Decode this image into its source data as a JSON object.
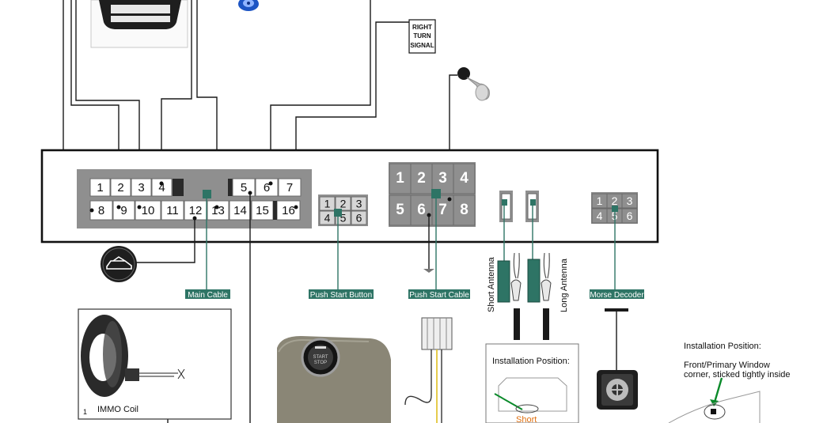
{
  "signal_label": [
    "RIGHT",
    "TURN",
    "SIGNAL"
  ],
  "main_connector": {
    "left_top": [
      "1",
      "2",
      "3",
      "4"
    ],
    "right_top": [
      "5",
      "6",
      "7"
    ],
    "bottom": [
      "8",
      "9",
      "10",
      "11",
      "12",
      "13",
      "14",
      "15",
      "16"
    ],
    "label": "Main Cable"
  },
  "push_button_connector": {
    "pins": [
      "1",
      "2",
      "3",
      "4",
      "5",
      "6"
    ],
    "label": "Push Start Button"
  },
  "push_cable_connector": {
    "pins": [
      "1",
      "2",
      "3",
      "4",
      "5",
      "6",
      "7",
      "8"
    ],
    "label": "Push Start Cable"
  },
  "antenna": {
    "short_label": "Short Antenna",
    "long_label": "Long Antenna"
  },
  "morse_connector": {
    "pins": [
      "1",
      "2",
      "3",
      "4",
      "5",
      "6"
    ],
    "label": "Morse Decoder"
  },
  "immo": {
    "label": "IMMO Coil",
    "index": "1"
  },
  "start_button": {
    "line1": "START",
    "line2": "STOP"
  },
  "install_box": {
    "title": "Installation Position:",
    "short": "Short"
  },
  "install_right": {
    "title": "Installation Position:",
    "line1": "Front/Primary Window",
    "line2": "corner, sticked tightly inside"
  },
  "colors": {
    "tag": "#2e7465",
    "connector": "#8f8f8f",
    "dark": "#1a1a1a"
  }
}
